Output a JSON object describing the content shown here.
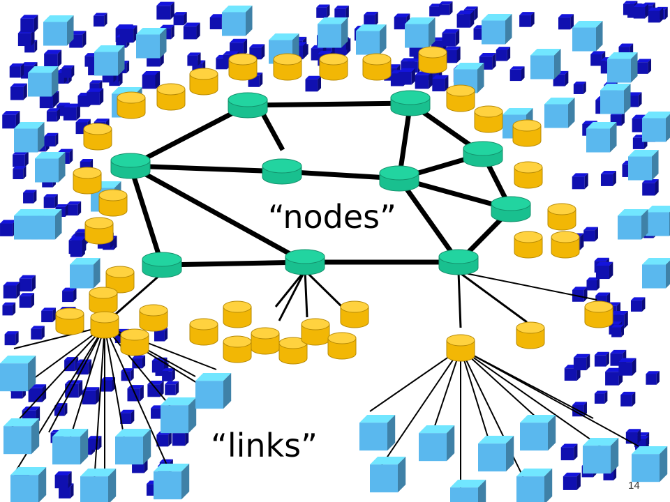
{
  "labels": {
    "nodes": "“nodes”",
    "links": "“links”"
  },
  "page_number": "14",
  "colors": {
    "router": "#19c08f",
    "router_top": "#22d4a0",
    "server": "#f2b705",
    "server_top": "#ffd23f",
    "host_light": "#5ab8ee",
    "host_dark": "#1010b0",
    "link": "#000000"
  },
  "icons": {
    "router": "router-icon",
    "server": "server-icon",
    "host": "host-icon",
    "background_host": "background-host-icon"
  }
}
